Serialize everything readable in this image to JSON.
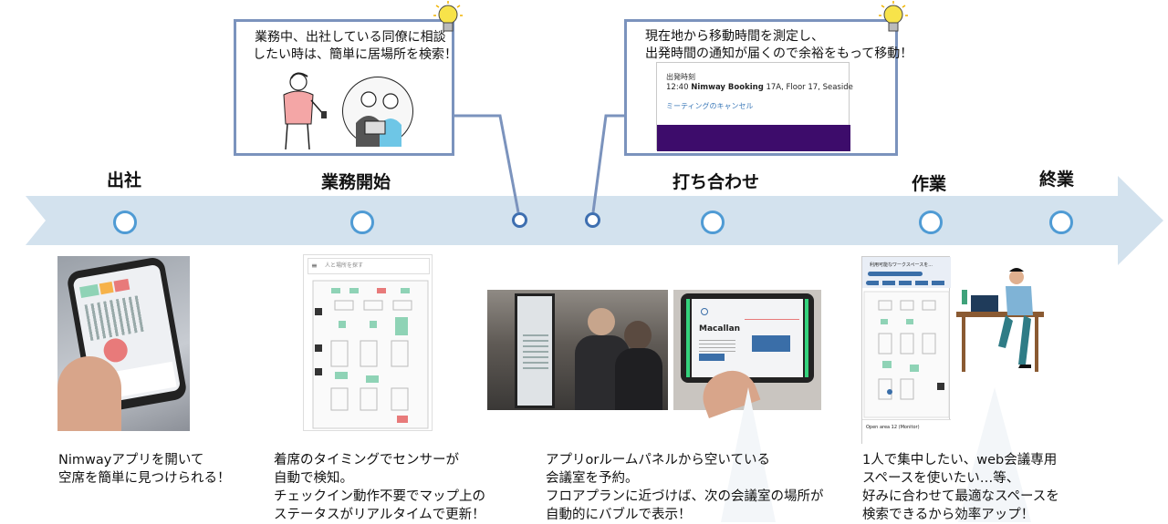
{
  "stages": [
    {
      "id": "shussha",
      "label": "出社"
    },
    {
      "id": "gyomu-kaishi",
      "label": "業務開始"
    },
    {
      "id": "uchiawase",
      "label": "打ち合わせ"
    },
    {
      "id": "sagyo",
      "label": "作業"
    },
    {
      "id": "shugyo",
      "label": "終業"
    }
  ],
  "callouts": {
    "search": {
      "lines": [
        "業務中、出社している同僚に相談",
        "したい時は、簡単に居場所を検索！"
      ]
    },
    "travel": {
      "lines": [
        "現在地から移動時間を測定し、",
        "出発時間の通知が届くので余裕をもって移動！"
      ],
      "notification": {
        "heading": "出発時刻",
        "time": "12:40",
        "app": "Nimway Booking",
        "location": " 17A, Floor 17, Seaside",
        "action": "ミーティングのキャンセル"
      }
    }
  },
  "screens": {
    "floor_search_placeholder": "人と場所を探す",
    "room_panel_name": "Macallan",
    "workspace_app_title": "利用可能なワークスペースを...",
    "workspace_result": "Open area 12 (Monitor)"
  },
  "captions": {
    "shussha": [
      "Nimwayアプリを開いて",
      "空席を簡単に見つけられる！"
    ],
    "gyomu_kaishi": [
      "着席のタイミングでセンサーが",
      "自動で検知。",
      "チェックイン動作不要でマップ上の",
      "ステータスがリアルタイムで更新！"
    ],
    "uchiawase": [
      "アプリorルームパネルから空いている",
      "会議室を予約。",
      "フロアプランに近づけば、次の会議室の場所が",
      "自動的にバブルで表示！"
    ],
    "sagyo": [
      "1人で集中したい、web会議専用",
      "スペースを使いたい…等、",
      "好みに合わせて最適なスペースを",
      "検索できるから効率アップ！"
    ]
  },
  "colors": {
    "arrow": "#d3e2ee",
    "stage_dot": "#4f9bd4",
    "callout_border": "#7b93bd",
    "notification_band": "#3d0c6b",
    "accent_green": "#8fd3b6"
  }
}
